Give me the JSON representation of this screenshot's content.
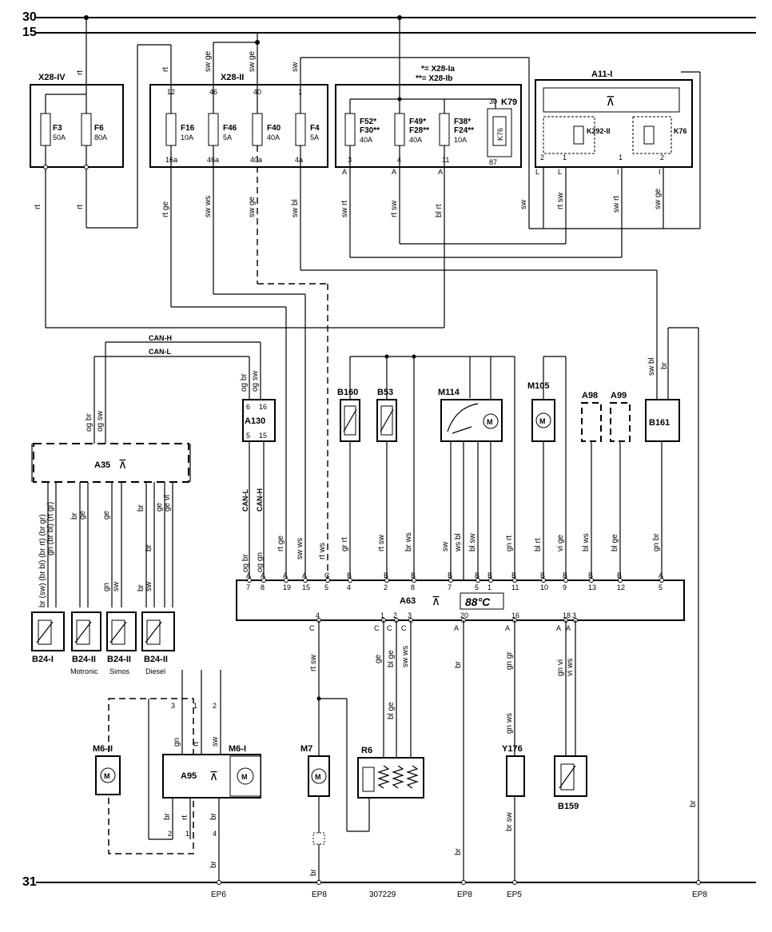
{
  "rails": {
    "r30": "30",
    "r15": "15",
    "r31": "31"
  },
  "notes": {
    "n1": "*= X28-Ia",
    "n2": "**= X28-Ib"
  },
  "doc_number": "307229",
  "grounds": {
    "g1": "EP6",
    "g2": "EP8",
    "g3": "EP8",
    "g4": "EP5",
    "g5": "EP8"
  },
  "fuseboxes": {
    "x28iv": {
      "name": "X28-IV",
      "f3": "F3",
      "f3a": "50A",
      "f6": "F6",
      "f6a": "80A"
    },
    "x28ii": {
      "name": "X28-II",
      "p_in": [
        "12",
        "46",
        "40",
        "1"
      ],
      "p_out": [
        "16a",
        "46a",
        "40a",
        "4a"
      ],
      "f16": "F16",
      "f16a": "10A",
      "f46": "F46",
      "f46a": "5A",
      "f40": "F40",
      "f40a": "40A",
      "f4": "F4",
      "f4a": "5A"
    },
    "x28i": {
      "f52": "F52*",
      "f30": "F30**",
      "fa1": "40A",
      "f49": "F49*",
      "f28": "F28**",
      "fa2": "40A",
      "f38": "F38*",
      "f24": "F24**",
      "fa3": "10A",
      "p_out": [
        "3",
        "4",
        "11"
      ],
      "k79": "K79",
      "k76": "K76",
      "k30": "30",
      "k87": "87"
    }
  },
  "a11": {
    "name": "A11-I",
    "k292": "K292-II",
    "k76": "K76",
    "pins": [
      "2",
      "1",
      "1",
      "2"
    ],
    "pl": [
      "L",
      "L",
      "I",
      "I"
    ]
  },
  "bus": {
    "canh": "CAN-H",
    "canl": "CAN-L"
  },
  "components": {
    "a35": "A35",
    "a130": "A130",
    "a130p": [
      "6",
      "16",
      "5",
      "15"
    ],
    "b160": "B160",
    "b53": "B53",
    "m114": "M114",
    "m105": "M105",
    "a98": "A98",
    "a99": "A99",
    "b161": "B161",
    "a63": "A63",
    "display": "88°C",
    "b24i": "B24-I",
    "b24ii_1": "B24-II",
    "b24ii_2": "B24-II",
    "b24ii_3": "B24-II",
    "motronic": "Motronic",
    "simos": "Simos",
    "diesel": "Diesel",
    "m6ii": "M6-II",
    "a95": "A95",
    "m6i": "M6-I",
    "m7": "M7",
    "r6": "R6",
    "y176": "Y176",
    "b159": "B159"
  },
  "a63_top_pins": [
    "7",
    "8",
    "19",
    "15",
    "5",
    "4",
    "2",
    "8",
    "7",
    "5",
    "1",
    "11",
    "10",
    "9",
    "13",
    "12",
    "5"
  ],
  "a63_top_letters": [
    "A",
    "A",
    "A",
    "A",
    "C",
    "B",
    "B",
    "B",
    "B",
    "B",
    "B",
    "B",
    "B",
    "B",
    "B",
    "B",
    "A"
  ],
  "a63_bottom_pins": [
    "4",
    "1",
    "2",
    "3",
    "20",
    "16",
    "18",
    "3"
  ],
  "a63_bottom_letters": [
    "C",
    "C",
    "C",
    "C",
    "A",
    "A",
    "A",
    "A"
  ],
  "colors": {
    "c_rt1": "rt",
    "c_rt2": "rt",
    "c_rt3": "rt",
    "c_rt4": "rt",
    "c_swge1": "sw ge",
    "c_swge2": "sw ge",
    "c_sw1": "sw",
    "c_rtge": "rt ge",
    "c_swws": "sw ws",
    "c_swge3": "sw ge",
    "c_swbl": "sw bl",
    "c_swrt1": "sw rt",
    "c_rtsw1": "rt sw",
    "c_blrt": "bl rt",
    "c_sw2": "sw",
    "c_rtsw2": "rt sw",
    "c_swrt2": "sw rt",
    "c_swge4": "sw ge",
    "c_swbl2": "sw bl",
    "c_br1": "br",
    "a35_top1": "og br",
    "a35_top2": "og sw",
    "a130_top1": "og br",
    "a130_top2": "og sw",
    "a35b": [
      "br (sw) (br bl) (br rt) (br gr)",
      "gn (br bl) (rt gr)",
      "br",
      "ge",
      "ge",
      "br",
      "br",
      "ge",
      "ge vi"
    ],
    "a35c": [
      "gn",
      "sw",
      "br",
      "sw"
    ],
    "a130l": "CAN-L",
    "a130h": "CAN-H",
    "og_br": "og br",
    "og_gn": "og gn",
    "col_rtge": "rt ge",
    "col_swws": "sw ws",
    "col_rtws": "rt ws",
    "col_grrt": "gr rt",
    "col_rtsw": "rt sw",
    "col_brws": "br ws",
    "col_sw": "sw",
    "col_wsbl": "ws bl",
    "col_blsw": "bl sw",
    "col_gnrt": "gn rt",
    "col_blrt": "bl rt",
    "col_vige": "vi ge",
    "col_blws": "bl ws",
    "col_blge": "bl ge",
    "col_gnbr": "gn br",
    "bot_rtsw": "rt sw",
    "bot_ge": "ge",
    "bot_blge": "bl ge",
    "bot_swws": "sw ws",
    "bot_blge2": "bl ge",
    "bot_br": "br",
    "bot_gngr": "gn gr",
    "bot_gnws": "gn ws",
    "bot_brsw": "br sw",
    "bot_br2": "br",
    "bot_gnvi": "gn vi",
    "bot_viws": "vi ws",
    "bot_br3": "br",
    "bot_br4": "br",
    "a95_gn": "gn",
    "a95_rt": "rt",
    "a95_sw": "sw",
    "a95_br1": "br",
    "a95_rt2": "rt",
    "a95_br2": "br",
    "a95_br3": "br",
    "a95p": [
      "3",
      "1",
      "2",
      "2",
      "1",
      "4"
    ]
  }
}
